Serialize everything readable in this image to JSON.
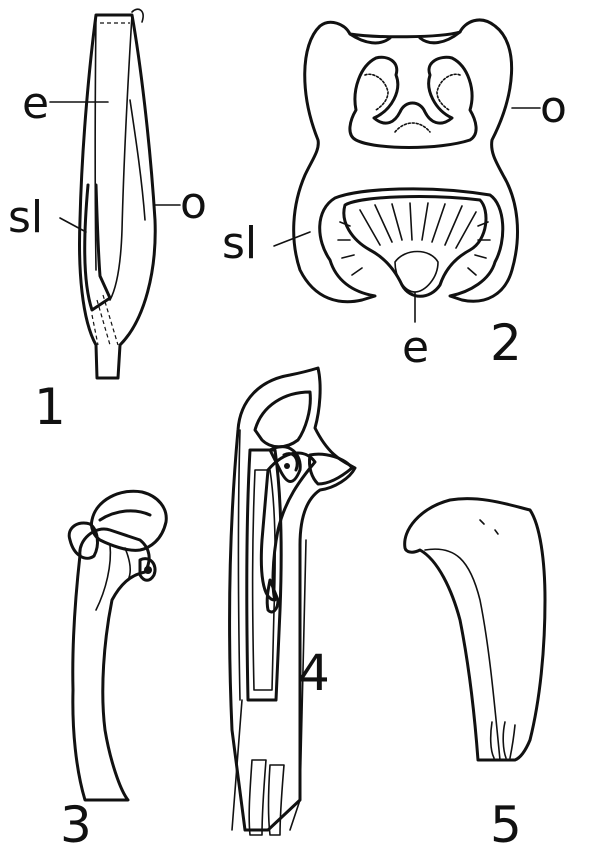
{
  "figures": [
    {
      "number": "1",
      "labels": {
        "e": "e",
        "sl": "sl",
        "o": "o"
      }
    },
    {
      "number": "2",
      "labels": {
        "o": "o",
        "sl": "sl",
        "e": "e"
      }
    },
    {
      "number": "3"
    },
    {
      "number": "4"
    },
    {
      "number": "5"
    }
  ]
}
